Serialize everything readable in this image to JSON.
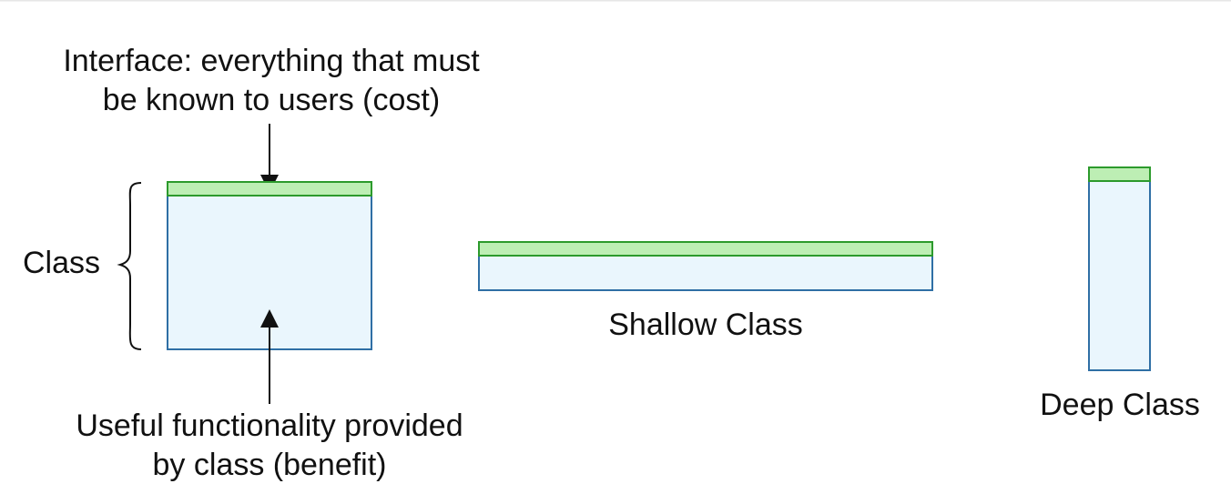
{
  "labels": {
    "interface": [
      "Interface: everything that must",
      "be known to users (cost)"
    ],
    "class": "Class",
    "functionality": [
      "Useful functionality provided",
      "by class (benefit)"
    ],
    "shallow": "Shallow Class",
    "deep": "Deep Class"
  },
  "colors": {
    "interface_fill": "#bdeeb4",
    "interface_stroke": "#2c9a2c",
    "body_fill": "#eaf6fd",
    "body_stroke": "#2f6fa5",
    "text": "#111111",
    "background": "#ffffff"
  }
}
